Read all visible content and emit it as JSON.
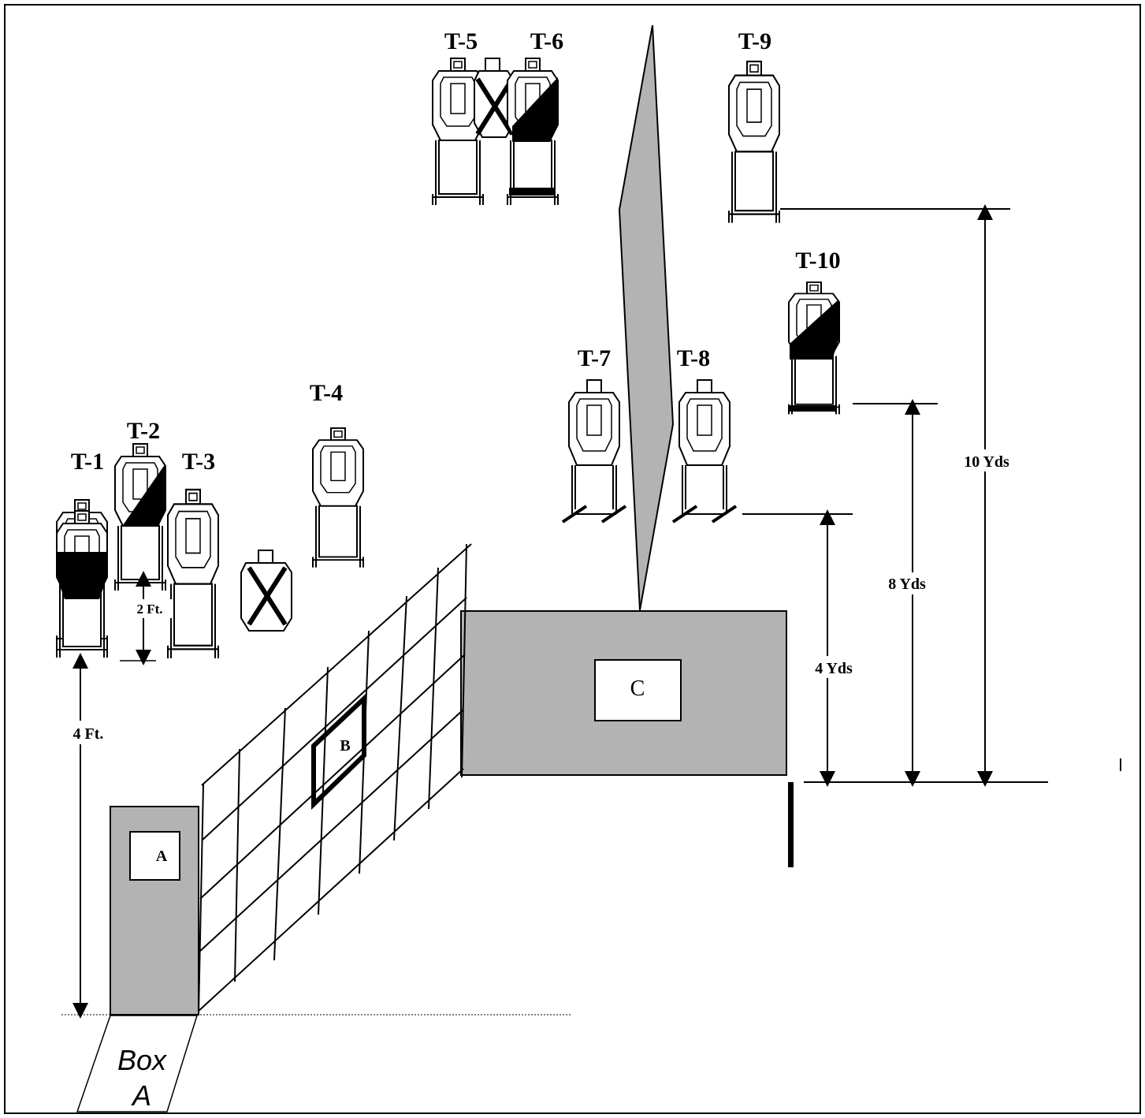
{
  "targets": [
    {
      "id": "T-1",
      "label": "T-1",
      "state": "lower-black"
    },
    {
      "id": "T-2",
      "label": "T-2",
      "state": "diagonal-black"
    },
    {
      "id": "T-3",
      "label": "T-3",
      "state": "normal"
    },
    {
      "id": "T-4",
      "label": "T-4",
      "state": "normal"
    },
    {
      "id": "T-5",
      "label": "T-5",
      "state": "normal"
    },
    {
      "id": "T-6",
      "label": "T-6",
      "state": "diagonal-black"
    },
    {
      "id": "T-7",
      "label": "T-7",
      "state": "normal"
    },
    {
      "id": "T-8",
      "label": "T-8",
      "state": "normal"
    },
    {
      "id": "T-9",
      "label": "T-9",
      "state": "normal"
    },
    {
      "id": "T-10",
      "label": "T-10",
      "state": "diagonal-black"
    }
  ],
  "no_shoot_targets": 2,
  "dimensions": {
    "two_ft": "2 Ft.",
    "four_ft": "4 Ft.",
    "four_yds": "4 Yds",
    "eight_yds": "8 Yds",
    "ten_yds": "10 Yds"
  },
  "positions": {
    "a": "A",
    "b": "B",
    "c": "C"
  },
  "box": {
    "line1": "Box",
    "line2": "A"
  },
  "colors": {
    "barricade": "#b3b3b3",
    "target_outline": "#000000",
    "black_fill": "#000000"
  }
}
